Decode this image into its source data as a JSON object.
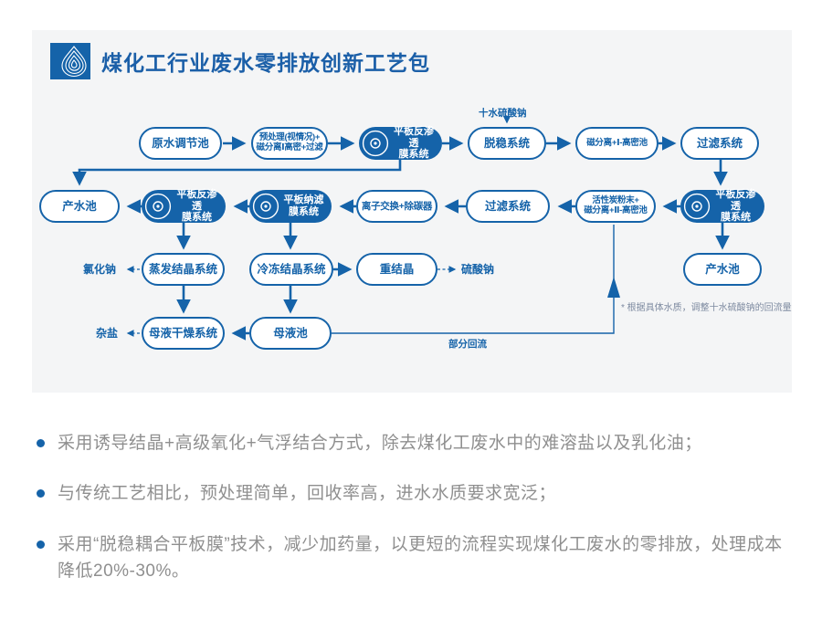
{
  "header": {
    "title": "煤化工行业废水零排放创新工艺包",
    "logo": "water-drop-rings-logo"
  },
  "colors": {
    "primary_blue": "#1563a9",
    "card_background": "#f4f5f6",
    "bullet_text_gray": "#8f8f8f",
    "note_blue_gray": "#7d8aa0"
  },
  "flowchart": {
    "nodes": [
      {
        "id": "raw-water-pool",
        "label": "原水调节池",
        "type": "outline"
      },
      {
        "id": "pretreatment",
        "label": "预处理(视情况)+\n磁分离Ⅰ高密+过滤",
        "type": "outline"
      },
      {
        "id": "flat-ro-membrane-1",
        "label": "平板反渗透\n膜系统",
        "type": "filled"
      },
      {
        "id": "destabilization",
        "label": "脱稳系统",
        "type": "outline"
      },
      {
        "id": "magnetic-separation-1",
        "label": "磁分离+Ⅰ-高密池",
        "type": "outline"
      },
      {
        "id": "filter-system-1",
        "label": "过滤系统",
        "type": "outline"
      },
      {
        "id": "product-water-left",
        "label": "产水池",
        "type": "outline"
      },
      {
        "id": "flat-ro-membrane-2",
        "label": "平板反渗透\n膜系统",
        "type": "filled"
      },
      {
        "id": "flat-nf-membrane",
        "label": "平板纳滤\n膜系统",
        "type": "filled"
      },
      {
        "id": "ion-exchange",
        "label": "离子交换+除碳器",
        "type": "outline"
      },
      {
        "id": "filter-system-2",
        "label": "过滤系统",
        "type": "outline"
      },
      {
        "id": "activated-carbon",
        "label": "活性炭粉末+\n磁分离+Ⅱ-高密池",
        "type": "outline"
      },
      {
        "id": "flat-ro-membrane-3",
        "label": "平板反渗透\n膜系统",
        "type": "filled"
      },
      {
        "id": "evaporation-cryst",
        "label": "蒸发结晶系统",
        "type": "outline"
      },
      {
        "id": "freezing-cryst",
        "label": "冷冻结晶系统",
        "type": "outline"
      },
      {
        "id": "recrystallization",
        "label": "重结晶",
        "type": "outline"
      },
      {
        "id": "product-water-right",
        "label": "产水池",
        "type": "outline"
      },
      {
        "id": "mother-liquor-drying",
        "label": "母液干燥系统",
        "type": "outline"
      },
      {
        "id": "mother-liquor-pool",
        "label": "母液池",
        "type": "outline"
      }
    ],
    "labels": {
      "decahydrate_input": "十水硫酸钠",
      "sodium_chloride": "氯化钠",
      "sodium_sulfate": "硫酸钠",
      "misc_salt": "杂盐",
      "partial_reflux": "部分回流",
      "note": "* 根据具体水质，调整十水硫酸钠的回流量"
    }
  },
  "bullets": [
    "采用诱导结晶+高级氧化+气浮结合方式，除去煤化工废水中的难溶盐以及乳化油；",
    "与传统工艺相比，预处理简单，回收率高，进水水质要求宽泛；",
    "采用“脱稳耦合平板膜”技术，减少加药量，以更短的流程实现煤化工废水的零排放，处理成本降低20%-30%。"
  ]
}
